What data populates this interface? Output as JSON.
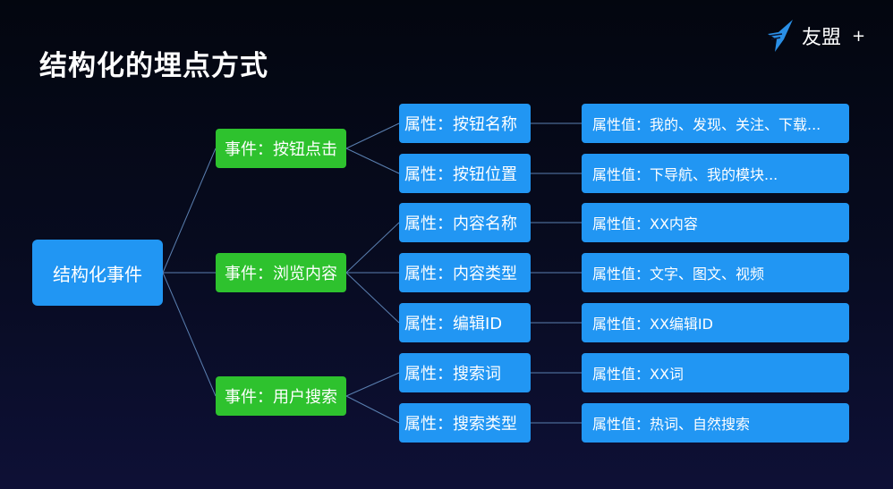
{
  "title": "结构化的埋点方式",
  "logo": {
    "text": "友盟",
    "plus": "+"
  },
  "root": "结构化事件",
  "events": [
    "事件：按钮点击",
    "事件：浏览内容",
    "事件：用户搜索"
  ],
  "attributes": [
    "属性：按钮名称",
    "属性：按钮位置",
    "属性：内容名称",
    "属性：内容类型",
    "属性：编辑ID",
    "属性：搜索词",
    "属性：搜索类型"
  ],
  "values": [
    "属性值：我的、发现、关注、下载...",
    "属性值：下导航、我的模块...",
    "属性值：XX内容",
    "属性值：文字、图文、视频",
    "属性值：XX编辑ID",
    "属性值：XX词",
    "属性值：热词、自然搜索"
  ],
  "colors": {
    "event": "#2ec22e",
    "node": "#2196f3",
    "line": "#5a7fb0"
  }
}
